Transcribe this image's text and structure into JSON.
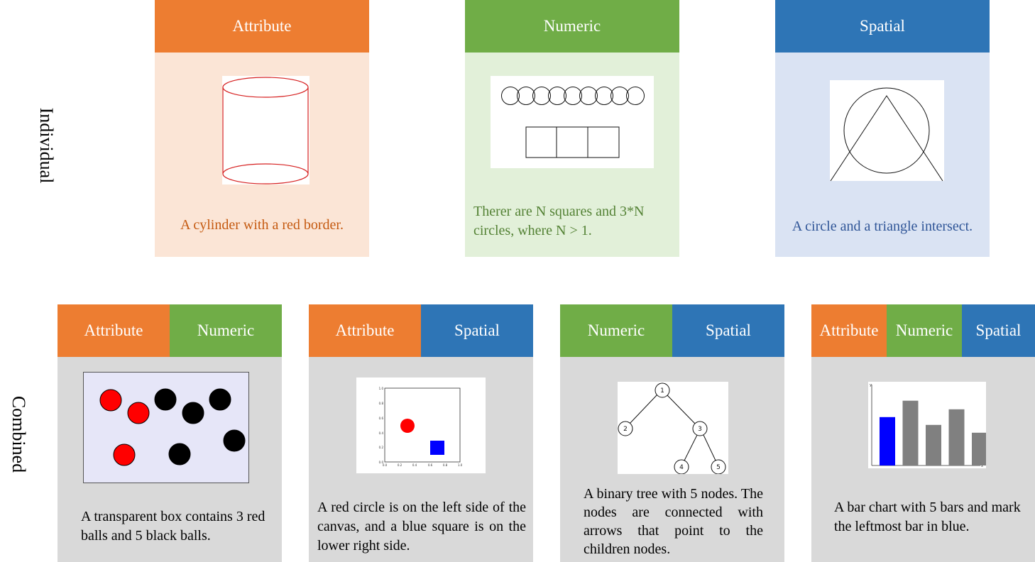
{
  "row_labels": {
    "individual": "Individual",
    "combined": "Combined"
  },
  "individual": {
    "attribute": {
      "header": "Attribute",
      "caption": "A cylinder with a red border."
    },
    "numeric": {
      "header": "Numeric",
      "caption": "Therer are N squares and 3*N circles, where N > 1."
    },
    "spatial": {
      "header": "Spatial",
      "caption": "A circle and a triangle intersect."
    }
  },
  "combined": {
    "attribute_numeric": {
      "headers": [
        "Attribute",
        "Numeric"
      ],
      "caption": "A transparent box contains 3 red balls and 5 black balls."
    },
    "attribute_spatial": {
      "headers": [
        "Attribute",
        "Spatial"
      ],
      "caption": "A red circle is on the left side of the canvas, and a blue square is on the lower right side.",
      "plot_ticks_y": [
        "1.0",
        "0.8",
        "0.6",
        "0.4",
        "0.2",
        "0.0"
      ],
      "plot_ticks_x": [
        "0.0",
        "0.2",
        "0.4",
        "0.6",
        "0.8",
        "1.0"
      ]
    },
    "numeric_spatial": {
      "headers": [
        "Numeric",
        "Spatial"
      ],
      "caption": "A binary tree with 5 nodes. The nodes are connected with arrows that point to the children nodes.",
      "node_labels": [
        "1",
        "2",
        "3",
        "4",
        "5"
      ]
    },
    "attribute_numeric_spatial": {
      "headers": [
        "Attribute",
        "Numeric",
        "Spatial"
      ],
      "caption": "A bar chart with 5 bars and mark the leftmost bar in blue.",
      "axis_y_label": "y",
      "axis_x_label": "x",
      "bar_values": [
        0.62,
        0.83,
        0.52,
        0.72,
        0.42
      ],
      "highlight_color": "#0000FF",
      "bar_color": "#808080"
    }
  },
  "colors": {
    "attribute": "#ED7D31",
    "numeric": "#70AD47",
    "spatial": "#2E75B6"
  }
}
